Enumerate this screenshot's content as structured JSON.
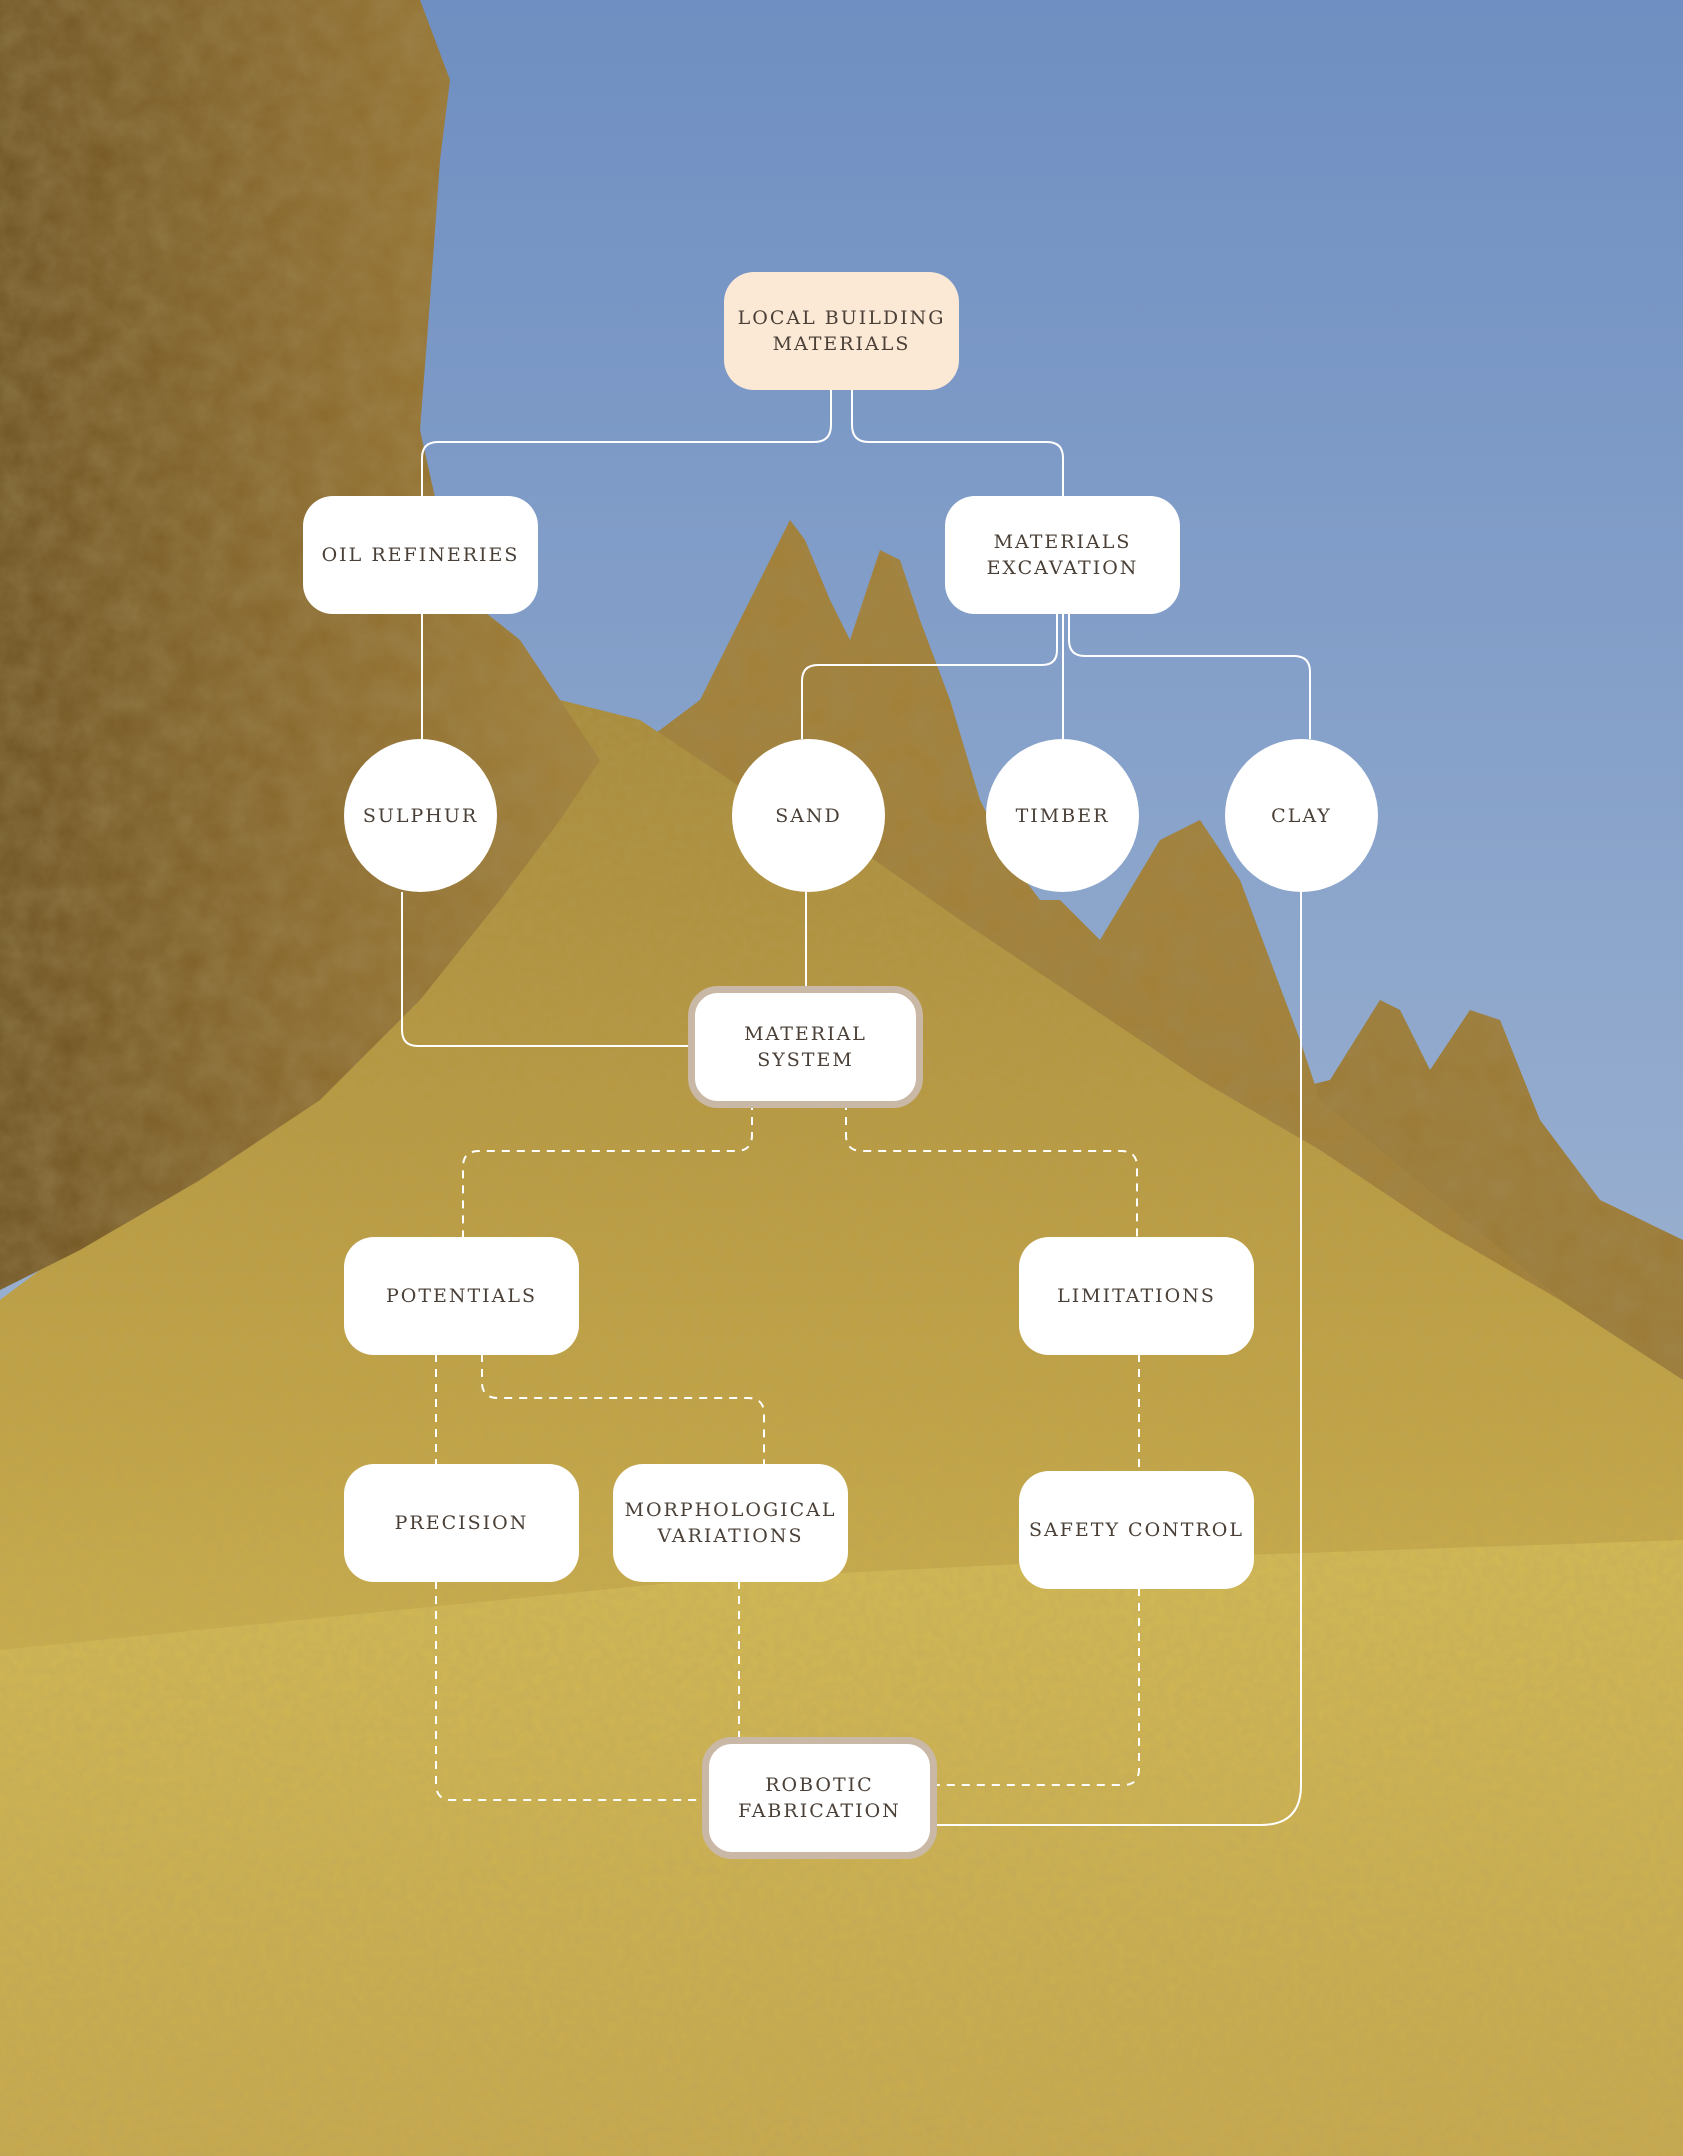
{
  "diagram": {
    "nodes": [
      {
        "id": "local_building_materials",
        "label": "LOCAL BUILDING\nMATERIALS"
      },
      {
        "id": "oil_refineries",
        "label": "OIL REFINERIES"
      },
      {
        "id": "materials_excavation",
        "label": "MATERIALS\nEXCAVATION"
      },
      {
        "id": "sulphur",
        "label": "SULPHUR"
      },
      {
        "id": "sand",
        "label": "SAND"
      },
      {
        "id": "timber",
        "label": "TIMBER"
      },
      {
        "id": "clay",
        "label": "CLAY"
      },
      {
        "id": "material_system",
        "label": "MATERIAL\nSYSTEM"
      },
      {
        "id": "potentials",
        "label": "POTENTIALS"
      },
      {
        "id": "limitations",
        "label": "LIMITATIONS"
      },
      {
        "id": "precision",
        "label": "PRECISION"
      },
      {
        "id": "morphological_variations",
        "label": "MORPHOLOGICAL\nVARIATIONS"
      },
      {
        "id": "safety_control",
        "label": "SAFETY CONTROL"
      },
      {
        "id": "robotic_fabrication",
        "label": "ROBOTIC\nFABRICATION"
      }
    ],
    "edges": [
      {
        "from": "local_building_materials",
        "to": "oil_refineries",
        "style": "solid"
      },
      {
        "from": "local_building_materials",
        "to": "materials_excavation",
        "style": "solid"
      },
      {
        "from": "oil_refineries",
        "to": "sulphur",
        "style": "solid"
      },
      {
        "from": "materials_excavation",
        "to": "sand",
        "style": "solid"
      },
      {
        "from": "materials_excavation",
        "to": "timber",
        "style": "solid"
      },
      {
        "from": "materials_excavation",
        "to": "clay",
        "style": "solid"
      },
      {
        "from": "sulphur",
        "to": "material_system",
        "style": "solid"
      },
      {
        "from": "sand",
        "to": "material_system",
        "style": "solid"
      },
      {
        "from": "material_system",
        "to": "potentials",
        "style": "dashed"
      },
      {
        "from": "material_system",
        "to": "limitations",
        "style": "dashed"
      },
      {
        "from": "potentials",
        "to": "precision",
        "style": "dashed"
      },
      {
        "from": "potentials",
        "to": "morphological_variations",
        "style": "dashed"
      },
      {
        "from": "limitations",
        "to": "safety_control",
        "style": "dashed"
      },
      {
        "from": "precision",
        "to": "robotic_fabrication",
        "style": "dashed"
      },
      {
        "from": "morphological_variations",
        "to": "robotic_fabrication",
        "style": "dashed"
      },
      {
        "from": "safety_control",
        "to": "robotic_fabrication",
        "style": "dashed"
      },
      {
        "from": "clay",
        "to": "robotic_fabrication",
        "style": "solid"
      }
    ]
  },
  "colors": {
    "sky_top": "#6f8fc2",
    "sky_bottom": "#a9bdd6",
    "rock_dark": "#8a6a2c",
    "rock_mid": "#b89440",
    "ground": "#d8c15a",
    "node_fill": "#ffffff",
    "root_fill": "#fbe9d6",
    "hub_border": "#c9b8a5",
    "text": "#4a4037",
    "connector": "#ffffff"
  },
  "icons": {
    "background": "desert-mountain-photo"
  }
}
